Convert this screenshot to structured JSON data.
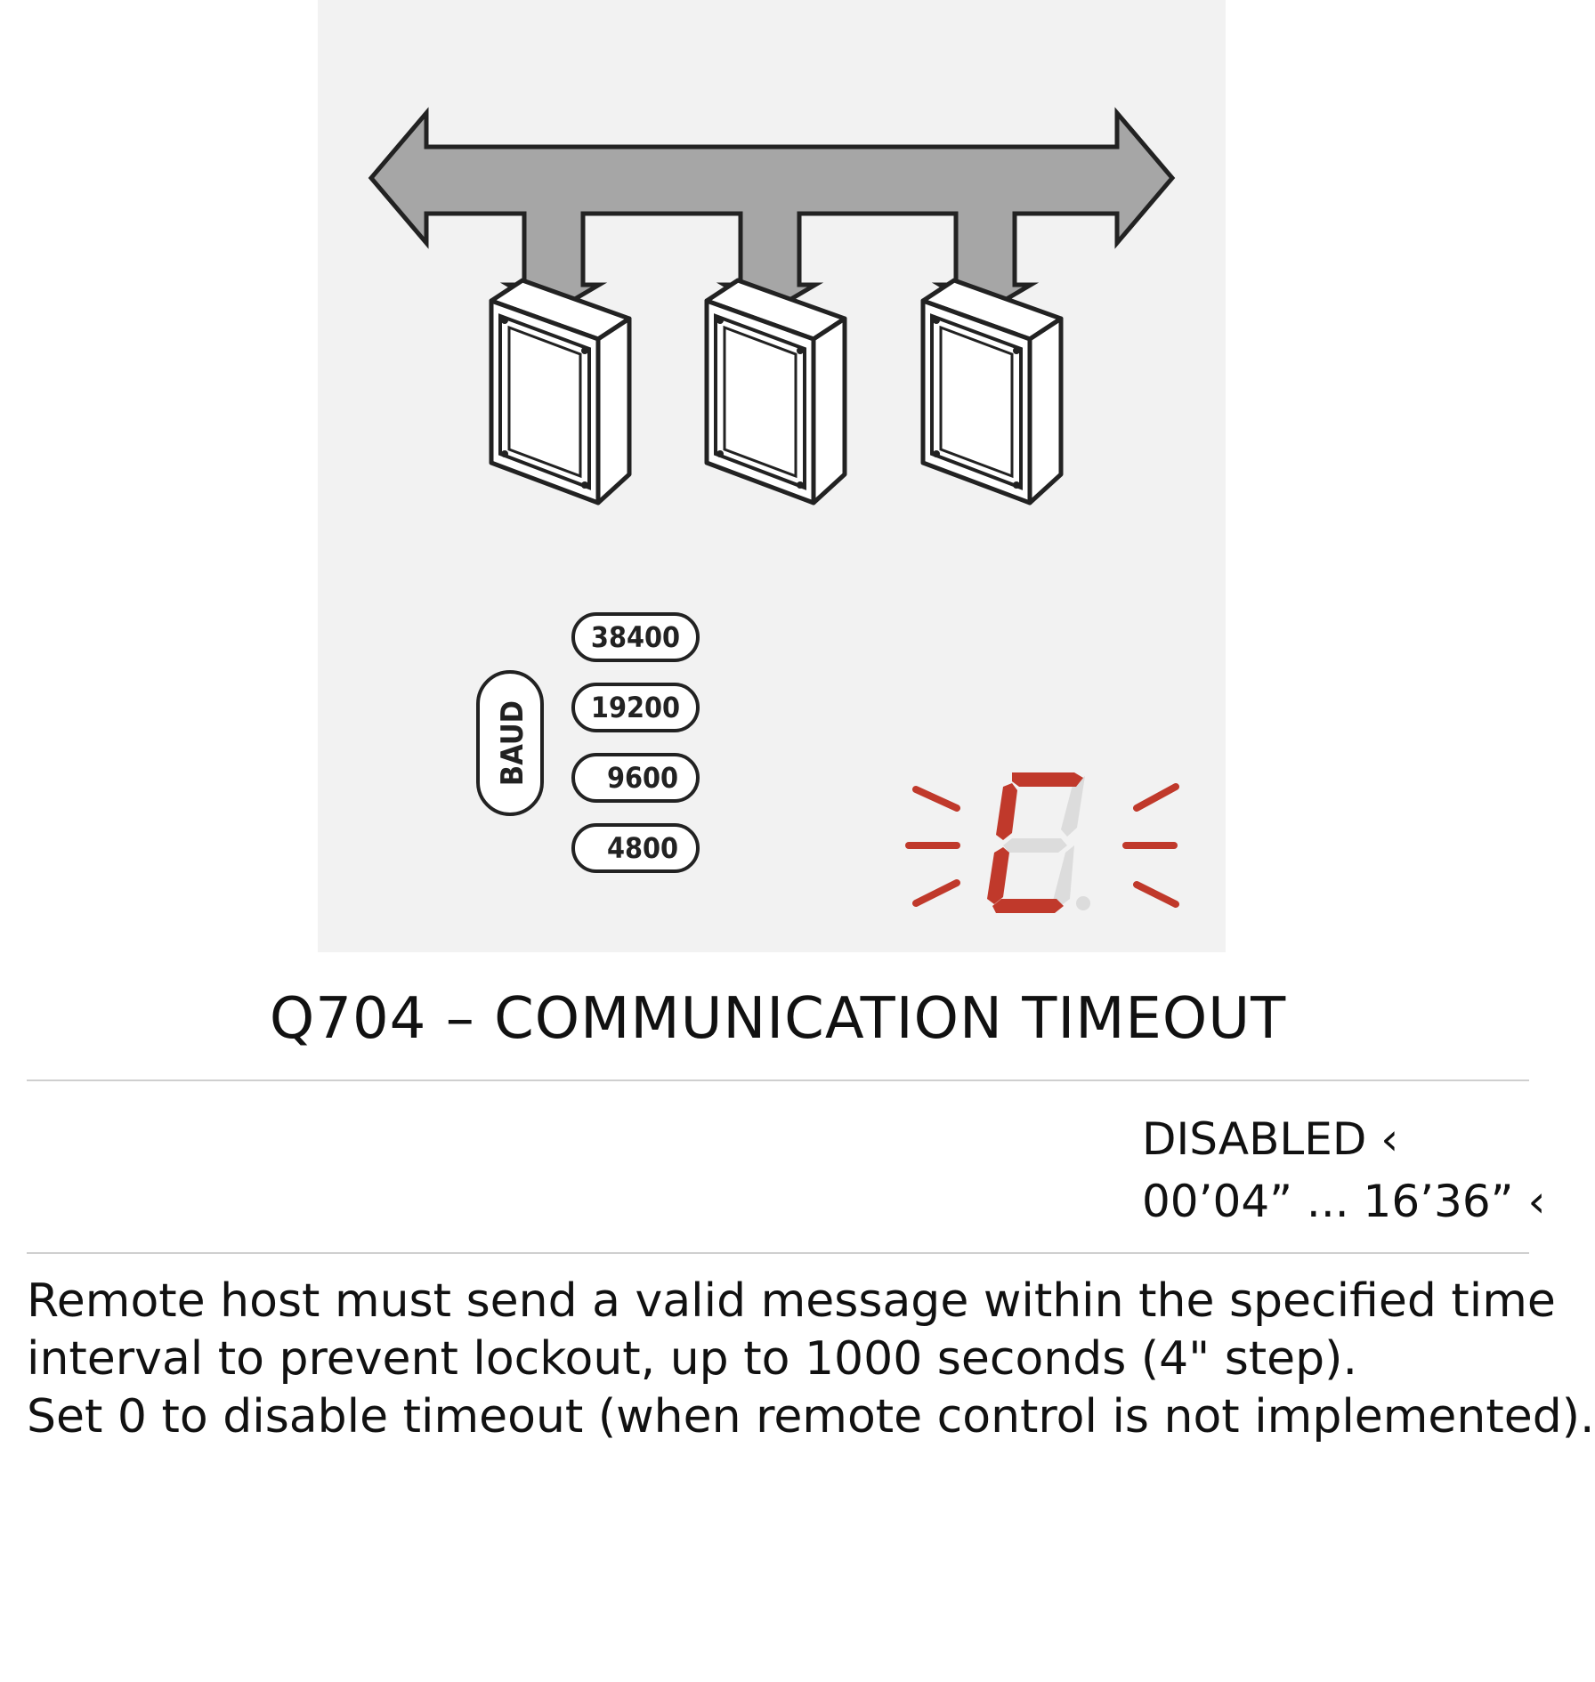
{
  "figure": {
    "baud_tag": "BAUD",
    "baud_rates": [
      "38400",
      "19200",
      "9600",
      "4800"
    ],
    "panel_color": "#f2f2f2",
    "arrow_color": "#a6a6a6",
    "digit_color": "#c0392b"
  },
  "title": "Q704 – COMMUNICATION TIMEOUT",
  "options": [
    "DISABLED ‹",
    "00’04” ... 16’36” ‹"
  ],
  "description": [
    "Remote host must send a valid message within the specified time",
    "interval to prevent lockout, up to 1000 seconds (4\" step).",
    "Set 0 to disable timeout (when remote control is not implemented)."
  ]
}
